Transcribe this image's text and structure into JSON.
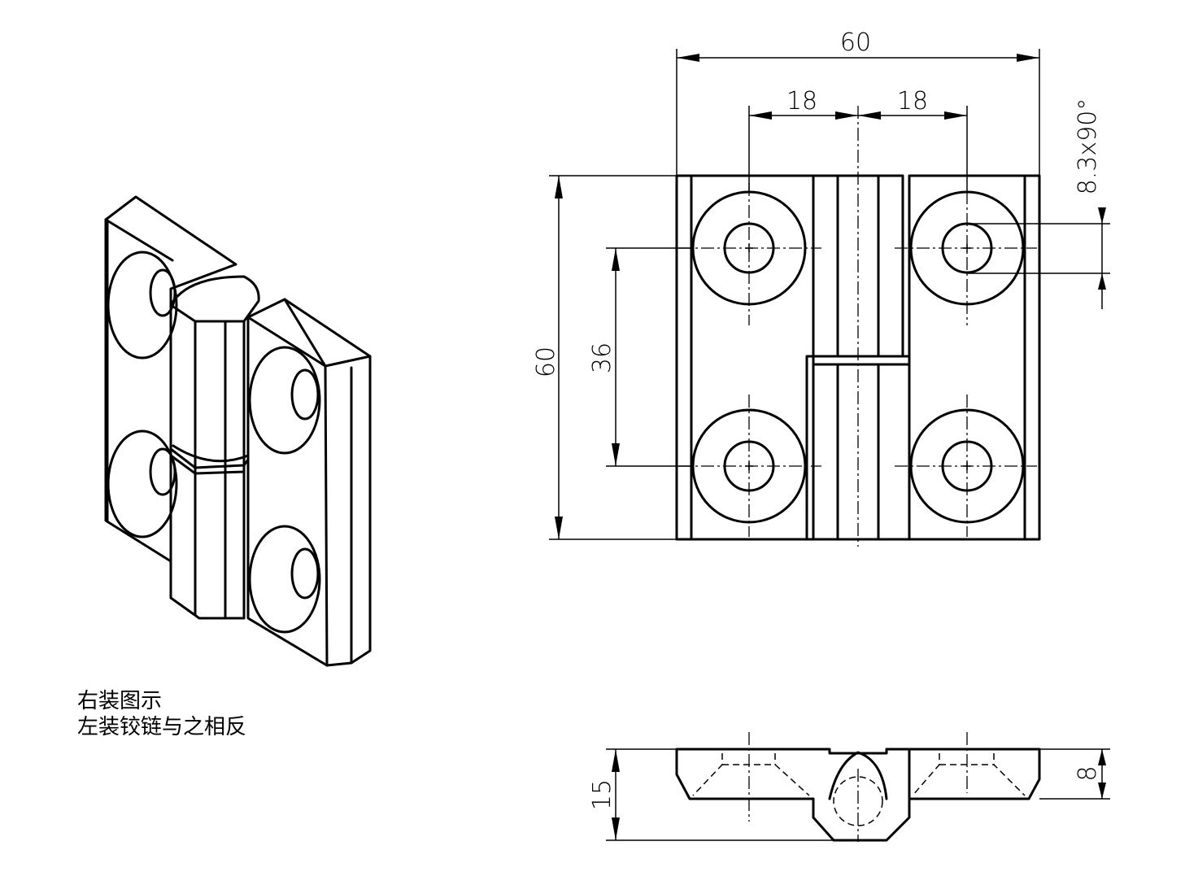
{
  "notes": {
    "line1": "右装图示",
    "line2": "左装铰链与之相反"
  },
  "dimensions": {
    "overall_width": "60",
    "hole_offset_left": "18",
    "hole_offset_right": "18",
    "overall_height": "60",
    "hole_spacing": "36",
    "countersink": "8.3x90°",
    "total_thickness": "15",
    "leaf_thickness": "8"
  }
}
